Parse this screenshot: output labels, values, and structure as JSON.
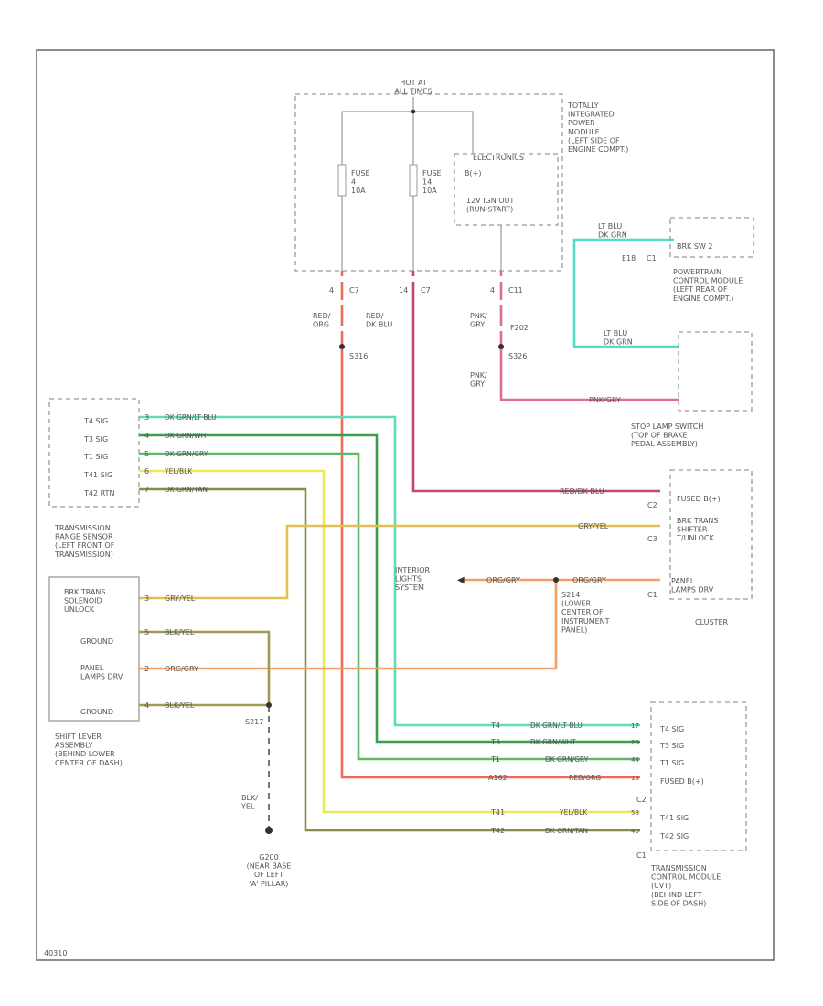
{
  "colors": {
    "red": "#f06a5a",
    "red_blk": "#f06a5a",
    "red_dkblu": "#c4447a",
    "pnk_gry": "#e06e88",
    "lt_blu": "#4fe0c4",
    "dkgrn_ltblu": "#5fdcba",
    "dkgrn_wht": "#3a9e4a",
    "dkgrn_gry": "#5db86a",
    "yel_blk": "#eaea58",
    "dkgrn_tan": "#8e8a48",
    "gry_yel": "#e4c050",
    "org_gry": "#f2a065",
    "blk_yel": "#a09a52",
    "outline": "#9a9a9a"
  },
  "hot_at": "HOT AT\nALL TIMES",
  "tipm": {
    "name": "TOTALLY\nINTEGRATED\nPOWER\nMODULE\n(LEFT SIDE OF\nENGINE COMPT.)",
    "fuse_a": "FUSE\n4\n10A",
    "fuse_b": "FUSE\n14\n10A",
    "electronics_title": "ELECTRONICS",
    "electronics_b1": "B(+)",
    "electronics_out": "12V IGN OUT\n(RUN-START)",
    "pin_4": "4",
    "pin_14": "14",
    "c7a": "C7",
    "c7b": "C7",
    "pin_4b": "4",
    "c11": "C11"
  },
  "wires_top": {
    "red_org": "RED/\nORG",
    "red_dkblu": "RED/\nDK BLU",
    "pnk_gry": "PNK/\nGRY",
    "pnk_gry2": "PNK/\nGRY",
    "s316": "S316",
    "f202": "F202",
    "s326": "S326",
    "pnk_gry_long": "PNK/GRY",
    "red_dkblu_long": "RED/DK BLU"
  },
  "pcm": {
    "box_label": "BRK SW 2",
    "pin": "E18",
    "conn": "C1",
    "name": "POWERTRAIN\nCONTROL MODULE\n(LEFT REAR OF\nENGINE COMPT.)",
    "wire1": "LT BLU\nDK GRN",
    "wire2": "LT BLU\nDK GRN"
  },
  "stop_lamp": {
    "name": "STOP LAMP SWITCH\n(TOP OF BRAKE\nPEDAL ASSEMBLY)"
  },
  "trs": {
    "pins": [
      "T4 SIG",
      "T3 SIG",
      "T1 SIG",
      "T41 SIG",
      "T42 RTN"
    ],
    "name": "TRANSMISSION\nRANGE SENSOR\n(LEFT FRONT OF\nTRANSMISSION)",
    "wires": [
      "DK GRN/LT BLU",
      "DK GRN/WHT",
      "DK GRN/GRY",
      "YEL/BLK",
      "DK GRN/TAN"
    ],
    "pin_nums": [
      "3",
      "4",
      "5",
      "6",
      "7"
    ]
  },
  "cluster": {
    "name": "CLUSTER",
    "fused": "FUSED B(+)",
    "brk_trans": "BRK TRANS\nSHIFTER\nT/UNLOCK",
    "panel": "PANEL\nLAMPS DRV",
    "c2": "C2",
    "c3": "C3",
    "c1": "C1",
    "wire_gry_yel": "GRY/YEL",
    "wire_org_gry": "ORG/GRY",
    "wire_red_blu": "RED/DK BLU"
  },
  "interior": {
    "name": "INTERIOR\nLIGHTS\nSYSTEM",
    "wire": "ORG/GRY",
    "splice": "S214\n(LOWER\nCENTER OF\nINSTRUMENT\nPANEL)"
  },
  "shift_lever": {
    "pins": [
      "BRK TRANS\nSOLENOID\nUNLOCK",
      "GROUND",
      "PANEL\nLAMPS DRV",
      "GROUND"
    ],
    "name": "SHIFT LEVER\nASSEMBLY\n(BEHIND LOWER\nCENTER OF DASH)",
    "wires": [
      "GRY/YEL",
      "BLK/YEL",
      "ORG/GRY",
      "BLK/YEL"
    ],
    "pin_nums": [
      "3",
      "5",
      "2",
      "4"
    ]
  },
  "ground": {
    "splice": "S217",
    "wire": "BLK/\nYEL",
    "name": "G200\n(NEAR BASE\nOF LEFT\n'A' PILLAR)"
  },
  "tcm": {
    "pins": [
      "T4 SIG",
      "T3 SIG",
      "T1 SIG",
      "FUSED B(+)",
      "T41 SIG",
      "T42 SIG"
    ],
    "name": "TRANSMISSION\nCONTROL MODULE\n(CVT)\n(BEHIND LEFT\nSIDE OF DASH)",
    "c2": "C2",
    "c1": "C1",
    "cav": [
      "T4",
      "T3",
      "T1",
      "A162",
      "T41",
      "T42"
    ],
    "wires": [
      "DK GRN/LT BLU",
      "DK GRN/WHT",
      "DK GRN/GRY",
      "RED/ORG",
      "YEL/BLK",
      "DK GRN/TAN"
    ],
    "pin_nums": [
      "17",
      "23",
      "44",
      "13",
      "58",
      "40"
    ]
  },
  "footer": "40310"
}
